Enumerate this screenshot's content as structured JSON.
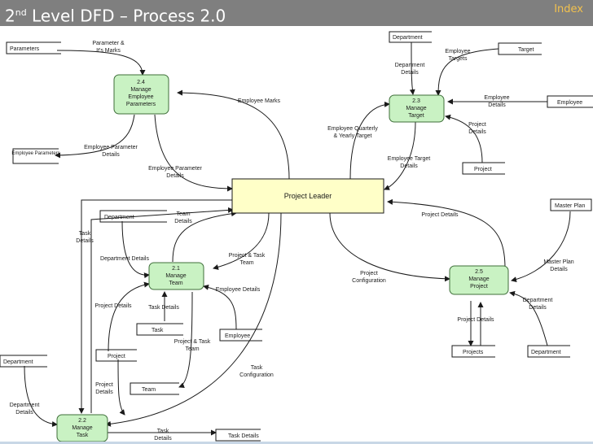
{
  "header": {
    "title_pre": "2",
    "title_sup": "nd",
    "title_rest": " Level DFD – Process 2.0",
    "index_label": "Index"
  },
  "colors": {
    "title_bar": "#7f7f7f",
    "index_link": "#f2c14e",
    "process_fill": "#c9f2c3",
    "leader_fill": "#ffffc8"
  },
  "diagram": {
    "leader": "Project Leader",
    "processes": {
      "p24": [
        "2.4",
        "Manage",
        "Employee",
        "Parameters"
      ],
      "p23": [
        "2.3",
        "Manage",
        "Target"
      ],
      "p21": [
        "2.1",
        "Manage",
        "Team"
      ],
      "p25": [
        "2.5",
        "Manage",
        "Project"
      ],
      "p22": [
        "2.2",
        "Manage",
        "Task"
      ]
    },
    "stores": {
      "parameters_top": "Parameters",
      "employee_parameters": "Employee Parameters",
      "department_top": "Department",
      "target": "Target",
      "employee_right": "Employee",
      "project_right": "Project",
      "department_mid": "Department",
      "task": "Task",
      "employee_mid": "Employee",
      "project_mid": "Project",
      "team": "Team",
      "department_left": "Department",
      "task_details_store": "Task Details",
      "projects": "Projects",
      "department_bottom": "Department"
    },
    "master_plan": "Master Plan",
    "labels": {
      "param_marks": [
        "Parameter &",
        "It's Marks"
      ],
      "employee_marks": "Employee Marks",
      "emp_param_details_left": [
        "Employee Parameter",
        "Details"
      ],
      "emp_param_details_mid": [
        "Employee Parameter",
        "Details"
      ],
      "dept_details_top": [
        "Department",
        "Details"
      ],
      "employee_targets": [
        "Employee",
        "Targets"
      ],
      "employee_details_right": [
        "Employee",
        "Details"
      ],
      "project_details_right": [
        "Project",
        "Details"
      ],
      "quarterly_target": [
        "Employee Quarterly",
        "& Yearly Target"
      ],
      "emp_target_details": [
        "Employee Target",
        "Details"
      ],
      "team_details": [
        "Team",
        "Details"
      ],
      "task_details_left": [
        "Task",
        "Details"
      ],
      "dept_details_mid": "Department Details",
      "project_task_team_1": [
        "Project & Task",
        "Team"
      ],
      "employee_details_mid": "Employee Details",
      "project_details_left": "Project Details",
      "task_details_mid": "Task Details",
      "project_task_team_2": [
        "Project & Task",
        "Team"
      ],
      "project_details_lower": [
        "Project",
        "Details"
      ],
      "task_configuration": [
        "Task",
        "Configuration"
      ],
      "dept_details_left": [
        "Department",
        "Details"
      ],
      "task_details_bottom": [
        "Task",
        "Details"
      ],
      "project_details_top": "Project Details",
      "project_configuration": [
        "Project",
        "Configuration"
      ],
      "master_plan_details": [
        "Master Plan",
        "Details"
      ],
      "dept_details_right": [
        "Department",
        "Details"
      ],
      "project_details_bottom": "Project Details"
    }
  }
}
